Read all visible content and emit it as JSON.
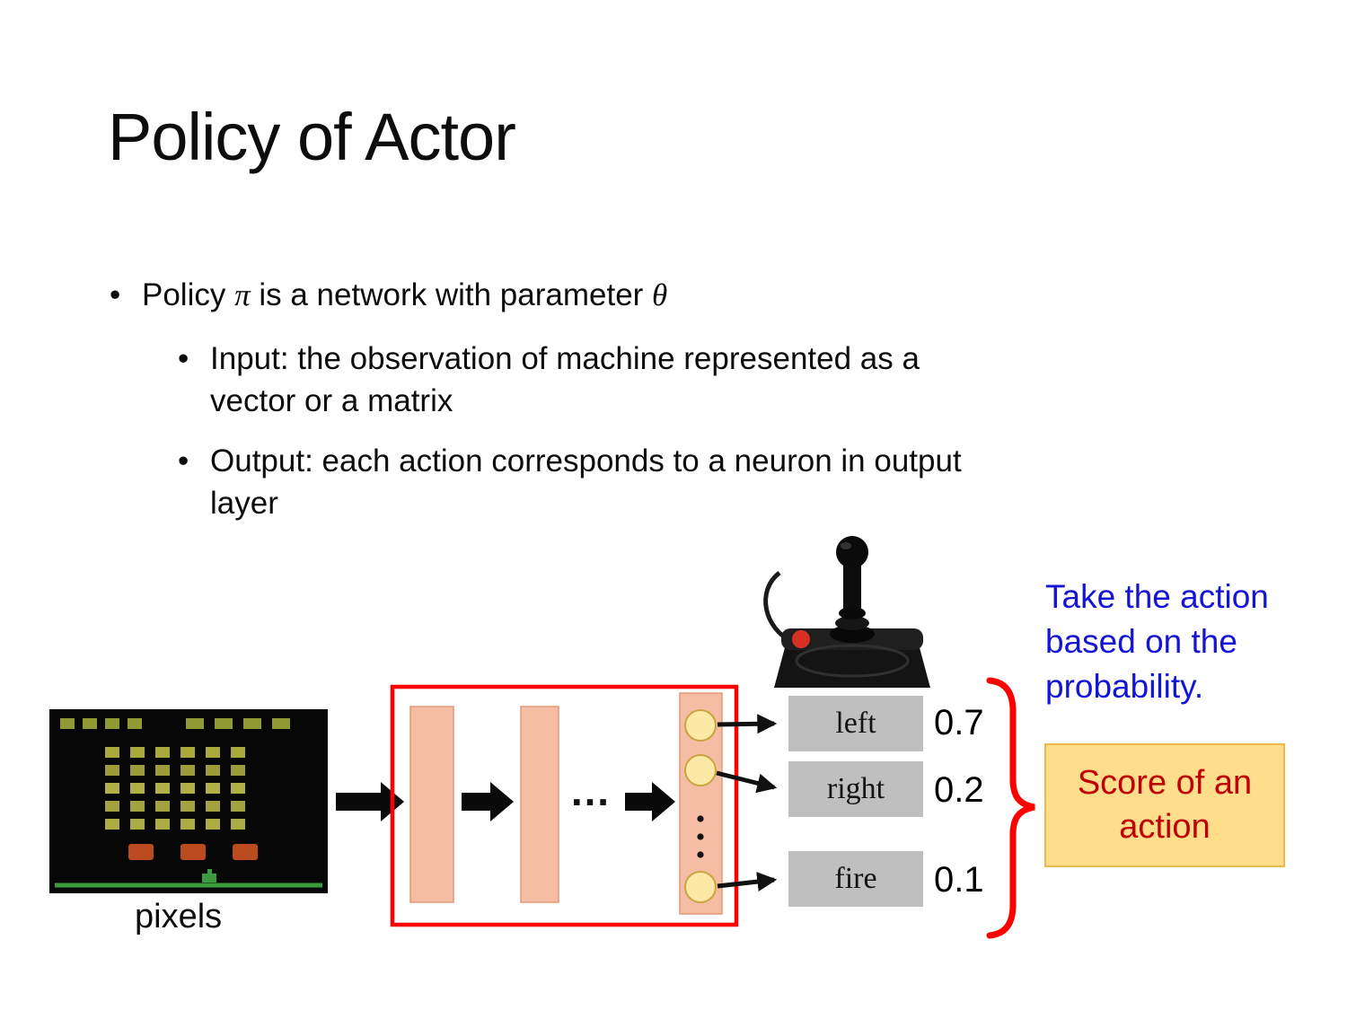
{
  "title": "Policy of Actor",
  "bullets": {
    "policy": {
      "pre": "Policy ",
      "pi": "π",
      "mid": " is a network with parameter ",
      "theta": "θ"
    },
    "input": "Input: the observation of machine represented as a\nvector or a matrix",
    "output": "Output: each action corresponds to a neuron in output\nlayer"
  },
  "diagram": {
    "pixels_label": "pixels",
    "hidden_layers_ellipsis": "…",
    "actions": [
      {
        "label": "left",
        "prob": "0.7"
      },
      {
        "label": "right",
        "prob": "0.2"
      },
      {
        "label": "fire",
        "prob": "0.1"
      }
    ],
    "note": "Take the action\nbased on the\nprobability.",
    "score_label": "Score of an\naction"
  },
  "colors": {
    "note_blue": "#1414D6",
    "score_text_red": "#C00000",
    "score_box_bg": "#FFDE8B",
    "network_border_red": "#FF0000",
    "layer_fill": "#F6BDA5",
    "neuron_fill": "#FCE9A6",
    "action_box_gray": "#BFBFBF"
  }
}
